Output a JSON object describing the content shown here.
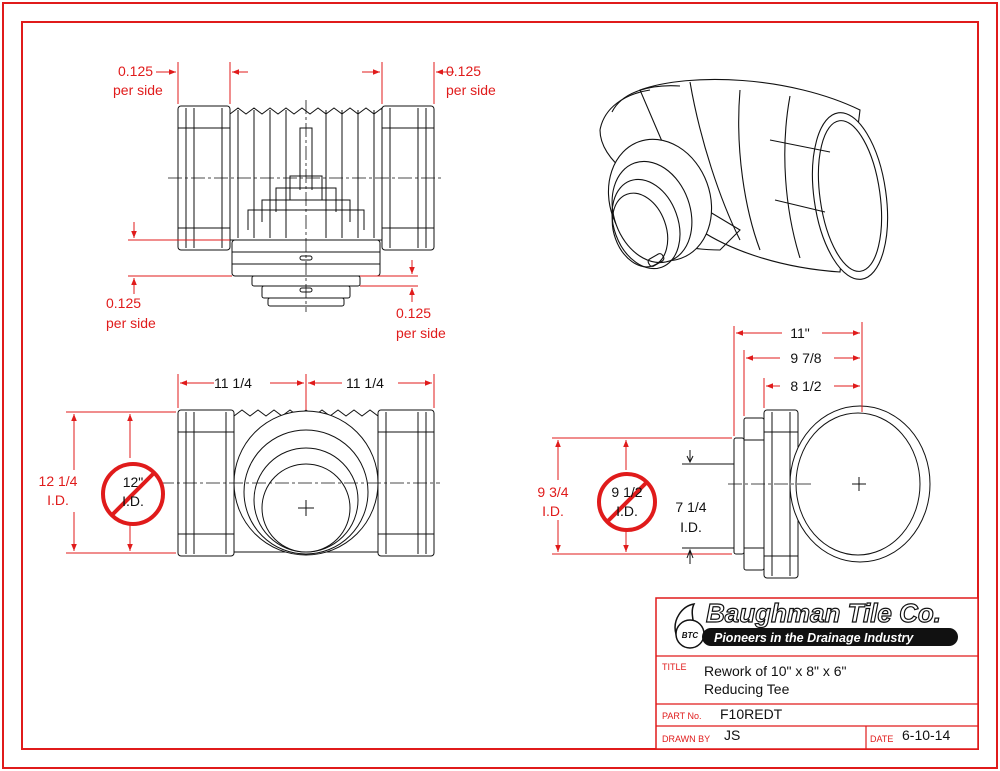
{
  "colors": {
    "accent": "#e01b1b",
    "ink": "#111111"
  },
  "top_view": {
    "left_offset": {
      "value": "0.125",
      "note": "per side"
    },
    "right_offset": {
      "value": "0.125",
      "note": "per side"
    },
    "bottom_left_offset": {
      "value": "0.125",
      "note": "per side"
    },
    "bottom_right_offset": {
      "value": "0.125",
      "note": "per side"
    }
  },
  "front_view": {
    "half_length_left": "11 1/4",
    "half_length_right": "11 1/4",
    "outer_id": {
      "value": "12 1/4",
      "unit": "I.D."
    },
    "crossed_id": {
      "value": "12\"",
      "unit": "I.D."
    }
  },
  "side_view": {
    "overall": "11\"",
    "mid": "9 7/8",
    "inner": "8 1/2",
    "outer_id": {
      "value": "9 3/4",
      "unit": "I.D."
    },
    "crossed_id": {
      "value": "9 1/2",
      "unit": "I.D."
    },
    "branch_id": {
      "value": "7 1/4",
      "unit": "I.D."
    }
  },
  "title_block": {
    "company": "Baughman Tile Co.",
    "tagline": "Pioneers in the Drainage Industry",
    "badge": "BTC",
    "title_label": "TITLE",
    "title_line1": "Rework of 10\" x 8\" x 6\"",
    "title_line2": "Reducing Tee",
    "part_label": "PART No.",
    "part_value": "F10REDT",
    "drawn_label": "DRAWN BY",
    "drawn_value": "JS",
    "date_label": "DATE",
    "date_value": "6-10-14"
  }
}
